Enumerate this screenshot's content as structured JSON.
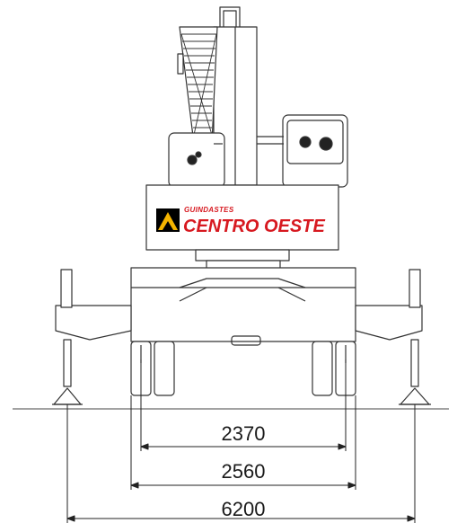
{
  "logo": {
    "line1": "GUINDASTES",
    "line2": "CENTRO OESTE",
    "colors": {
      "red": "#d71920",
      "yellow": "#f5b400",
      "black": "#000000"
    }
  },
  "dimensions": {
    "track_inner": "2370",
    "track_outer": "2560",
    "outrigger_span": "6200"
  }
}
